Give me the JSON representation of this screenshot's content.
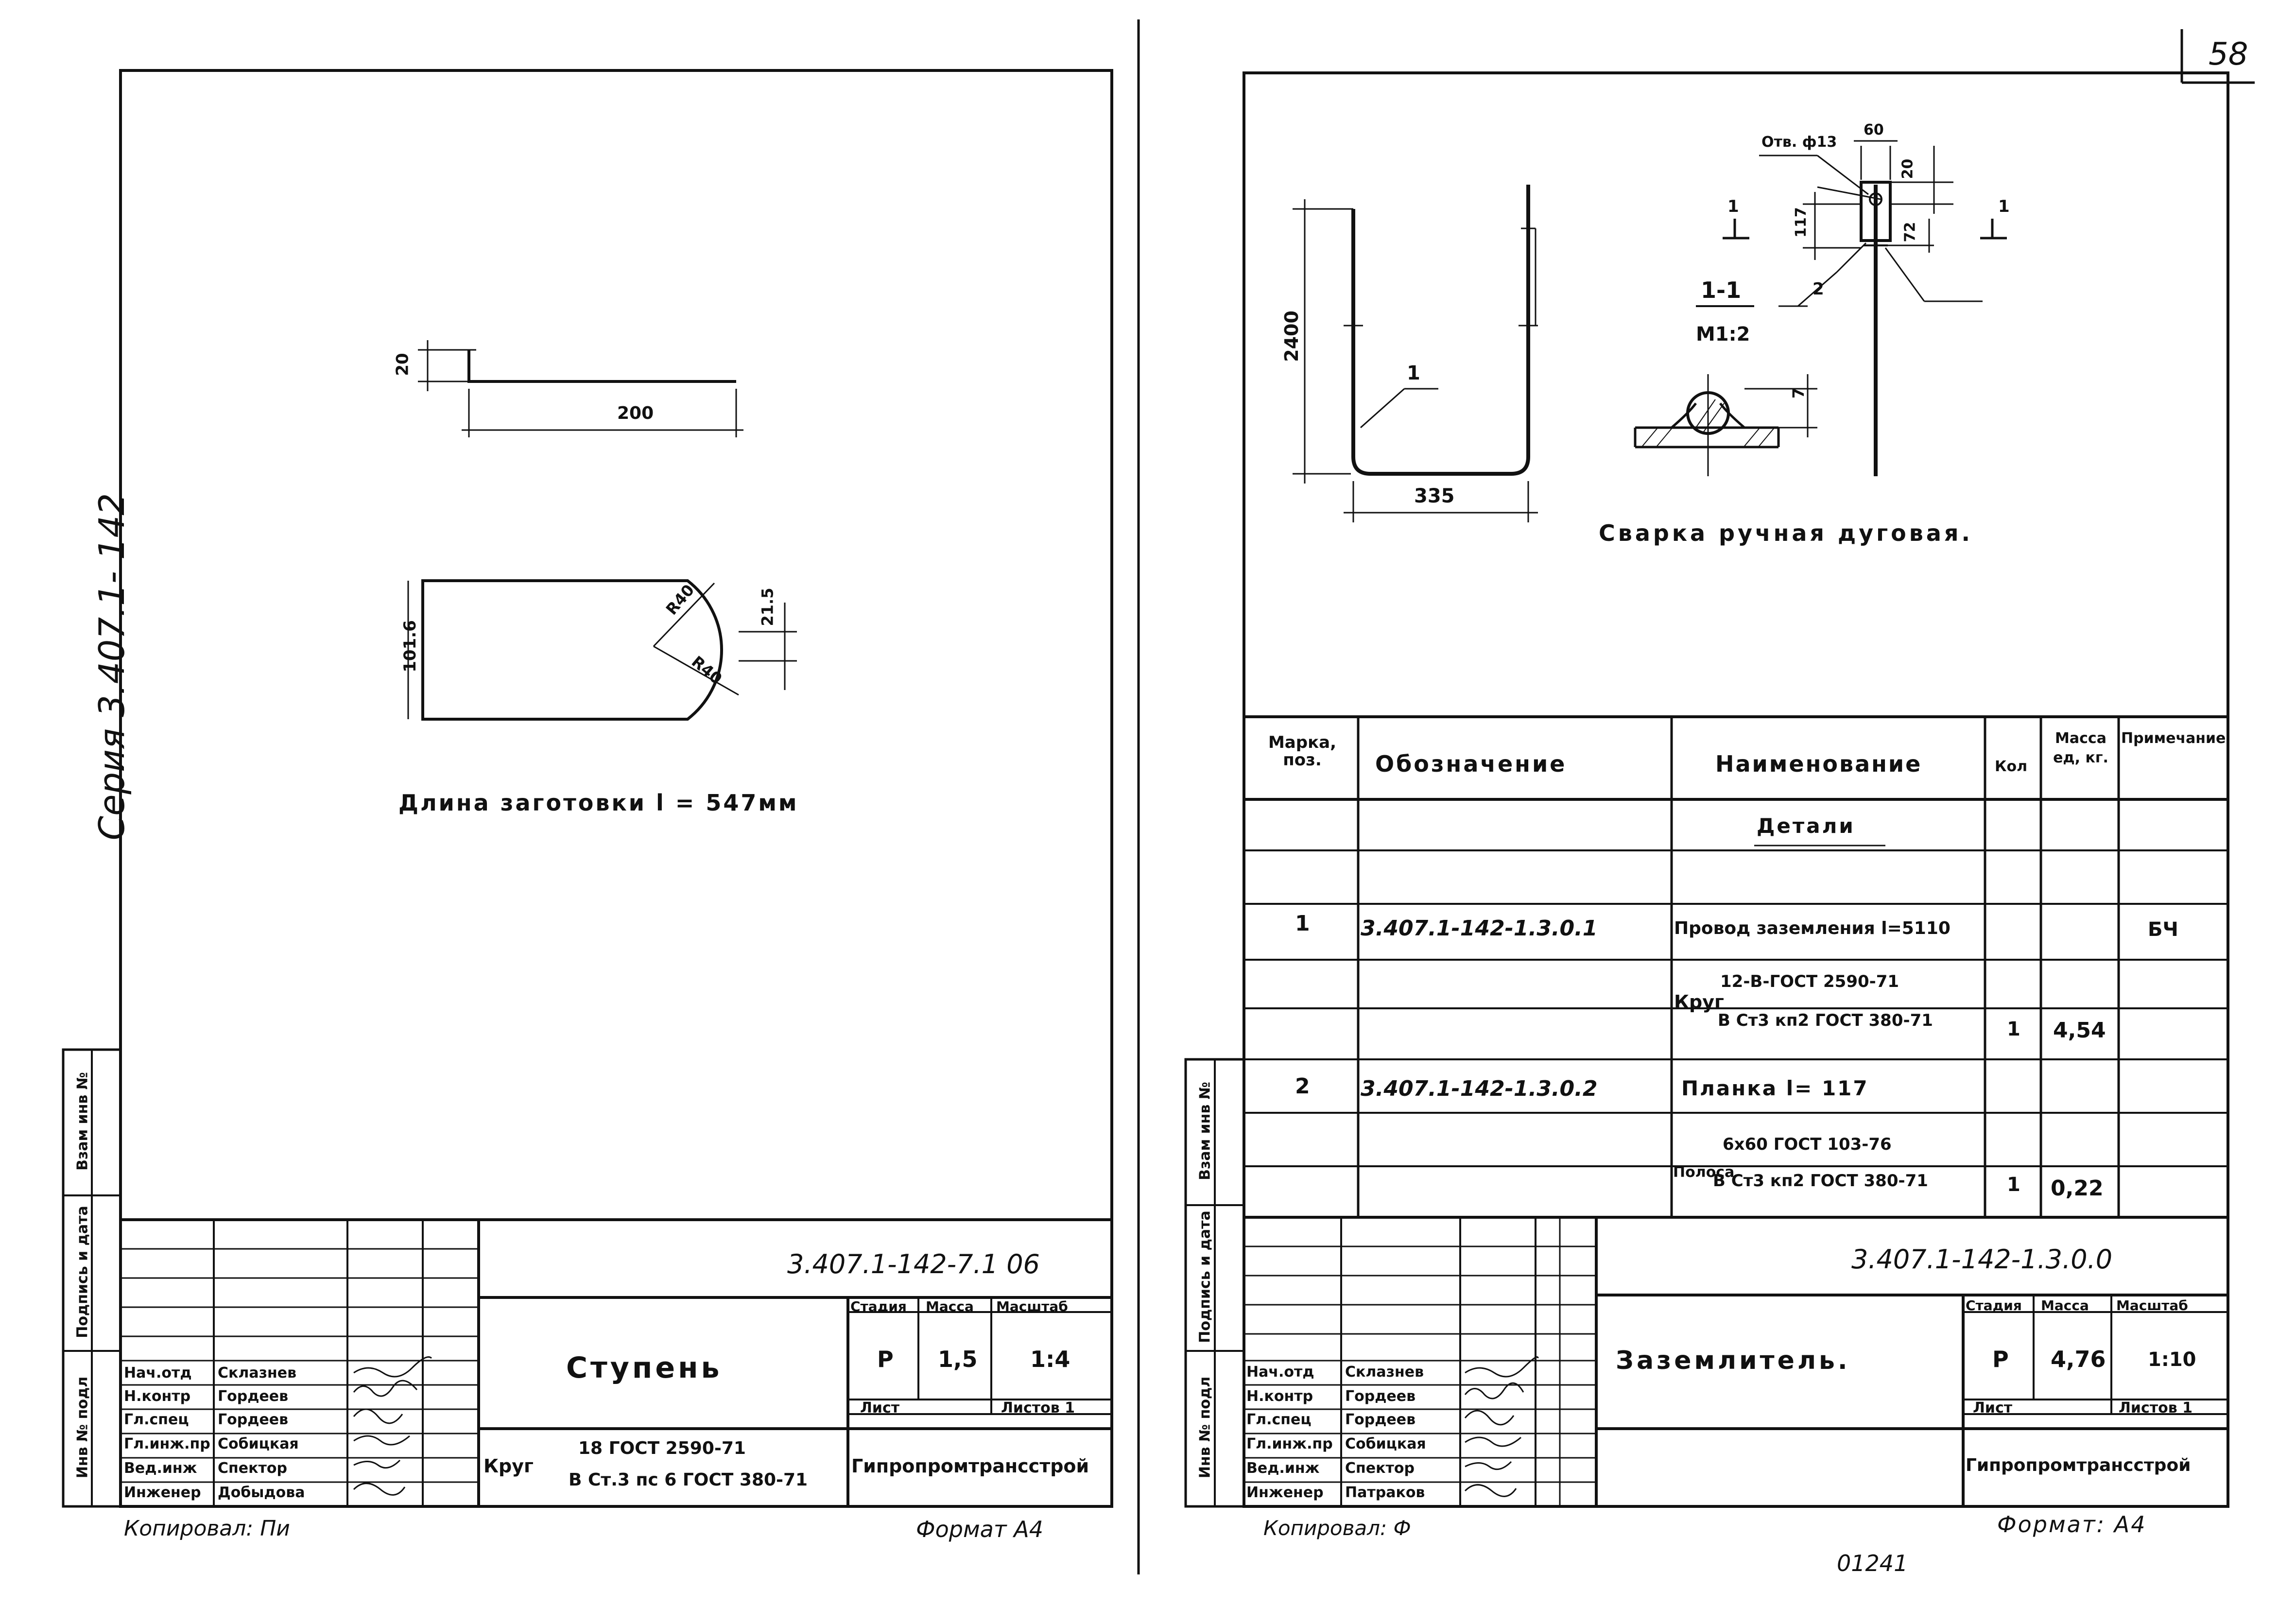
{
  "page_number": "58",
  "bottom_stamp": "01241",
  "series_label": "Серия 3.407.1- 142",
  "left_sheet": {
    "side_stamps": [
      "Инв № подл",
      "Подпись и дата",
      "Взам инв №"
    ],
    "drawing": {
      "dim_height": "20",
      "dim_length": "200",
      "dim_width": "101.6",
      "dim_r1": "R40",
      "dim_r2": "R40",
      "dim_small": "21.5",
      "blank_length_note": "Длина заготовки l = 547мм"
    },
    "title_block": {
      "code": "3.407.1-142-7.1 06",
      "name": "Ступень",
      "stage_header": "Стадия",
      "mass_header": "Масса",
      "scale_header": "Масштаб",
      "stage": "Р",
      "mass": "1,5",
      "scale": "1:4",
      "sheet_label": "Лист",
      "sheets_label": "Листов 1",
      "material_prefix": "Круг",
      "material_top": "18 ГОСТ 2590-71",
      "material_bottom": "В Ст.3 пс 6 ГОСТ 380-71",
      "organization": "Гипропромтрансстрой",
      "staff": [
        {
          "role": "Нач.отд",
          "name": "Склазнев"
        },
        {
          "role": "Н.контр",
          "name": "Гордеев"
        },
        {
          "role": "Гл.спец",
          "name": "Гордеев"
        },
        {
          "role": "Гл.инж.пр",
          "name": "Собицкая"
        },
        {
          "role": "Вед.инж",
          "name": "Спектор"
        },
        {
          "role": "Инженер",
          "name": "Добыдова"
        }
      ]
    },
    "copied_by": "Копировал: Пи",
    "format": "Формат А4"
  },
  "right_sheet": {
    "side_stamps": [
      "Инв № подл",
      "Подпись и дата",
      "Взам инв №"
    ],
    "drawing": {
      "dim_height": "2400",
      "dim_width": "335",
      "pos1": "1",
      "hole_label": "Отв. ф13",
      "dim_60": "60",
      "dim_20": "20",
      "dim_117": "117",
      "dim_72": "72",
      "pos2": "2",
      "section_marker_left": "1",
      "section_marker_right": "1",
      "section_title": "1-1",
      "section_scale": "М1:2",
      "weld_leg": "7",
      "weld_note": "Сварка ручная дуговая."
    },
    "spec_table": {
      "headers": [
        "Марка, поз.",
        "Обозначение",
        "Наименование",
        "Кол",
        "Масса ед, кг.",
        "Примечание"
      ],
      "section_title": "Детали",
      "rows": [
        {
          "pos": "1",
          "code": "3.407.1-142-1.3.0.1",
          "name": "Провод заземления l=5110",
          "qty": "",
          "mass": "",
          "note": "БЧ"
        },
        {
          "pos": "",
          "code": "",
          "name_prefix": "Круг",
          "name_top": "12-В-ГОСТ 2590-71",
          "name_bottom": "В Ст3 кп2 ГОСТ 380-71",
          "qty": "1",
          "mass": "4,54",
          "note": ""
        },
        {
          "pos": "2",
          "code": "3.407.1-142-1.3.0.2",
          "name": "Планка  l= 117",
          "qty": "",
          "mass": "",
          "note": ""
        },
        {
          "pos": "",
          "code": "",
          "name_prefix": "Полоса",
          "name_top": "6х60 ГОСТ 103-76",
          "name_bottom": "В Ст3 кп2 ГОСТ 380-71",
          "qty": "1",
          "mass": "0,22",
          "note": ""
        }
      ]
    },
    "title_block": {
      "code": "3.407.1-142-1.3.0.0",
      "name": "Заземлитель.",
      "stage_header": "Стадия",
      "mass_header": "Масса",
      "scale_header": "Масштаб",
      "stage": "Р",
      "mass": "4,76",
      "scale": "1:10",
      "sheet_label": "Лист",
      "sheets_label": "Листов 1",
      "organization": "Гипропромтрансстрой",
      "staff": [
        {
          "role": "Нач.отд",
          "name": "Склазнев"
        },
        {
          "role": "Н.контр",
          "name": "Гордеев"
        },
        {
          "role": "Гл.спец",
          "name": "Гордеев"
        },
        {
          "role": "Гл.инж.пр",
          "name": "Собицкая"
        },
        {
          "role": "Вед.инж",
          "name": "Спектор"
        },
        {
          "role": "Инженер",
          "name": "Патраков"
        }
      ]
    },
    "copied_by": "Копировал: Ф",
    "format": "Формат: А4"
  }
}
